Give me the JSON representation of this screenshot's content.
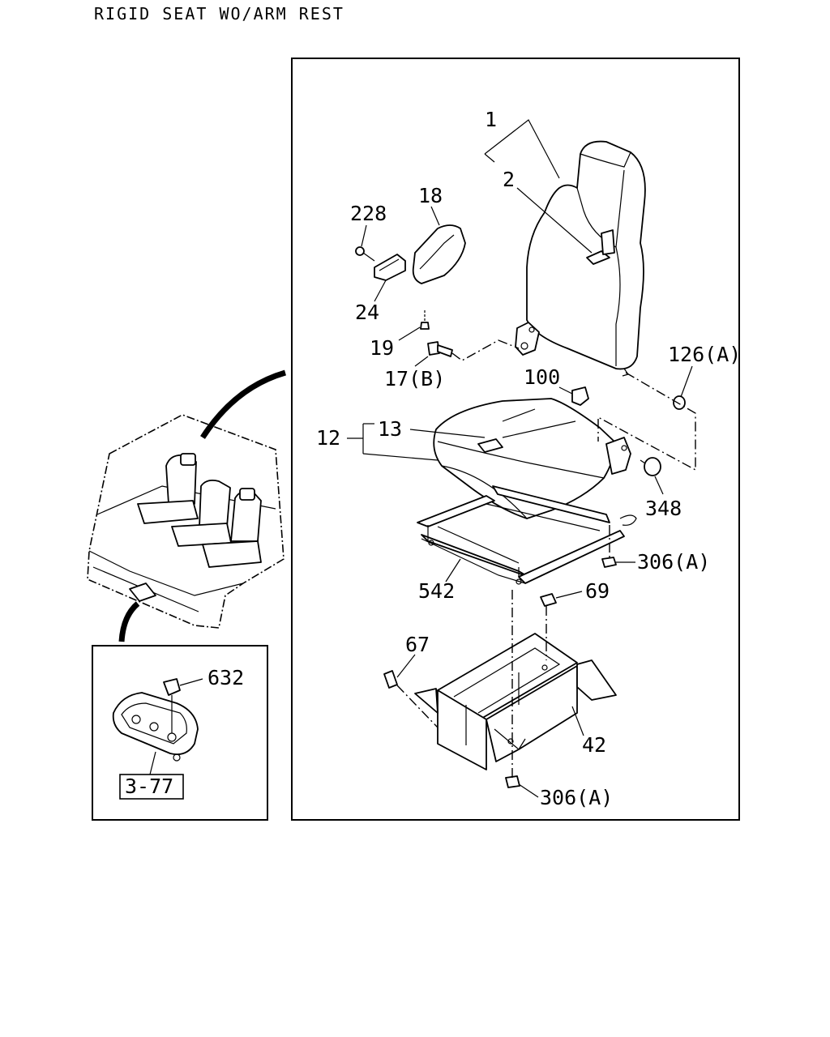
{
  "title": "RIGID SEAT WO/ARM REST",
  "callouts": {
    "c1": "1",
    "c2": "2",
    "c18": "18",
    "c228": "228",
    "c24": "24",
    "c19": "19",
    "c17b": "17(B)",
    "c126a": "126(A)",
    "c100": "100",
    "c12": "12",
    "c13": "13",
    "c348": "348",
    "c306a_top": "306(A)",
    "c542": "542",
    "c69": "69",
    "c67": "67",
    "c42": "42",
    "c306a_bottom": "306(A)",
    "c632": "632",
    "ref377": "3-77"
  }
}
